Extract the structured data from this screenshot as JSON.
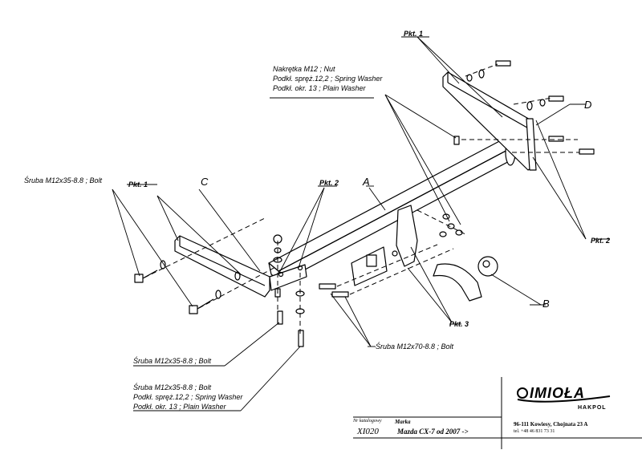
{
  "labels": {
    "pkt1_top": "Pkt. 1",
    "pkt1_left": "Pkt. 1",
    "pkt2_mid": "Pkt. 2",
    "pkt2_right": "Pkt. 2",
    "pkt3": "Pkt. 3",
    "letter_a": "A",
    "letter_b": "B",
    "letter_c": "C",
    "letter_d": "D",
    "nut_line1": "Nakrętka  M12 ; Nut",
    "nut_line2": "Podkł. spręż.12,2 ; Spring Washer",
    "nut_line3": "Podkł. okr. 13 ; Plain Washer",
    "bolt_left": "Śruba M12x35-8.8 ;  Bolt",
    "bolt_bottom_mid": "Śruba M12x35-8.8 ;  Bolt",
    "bolt_m70": "Śruba M12x70-8.8 ;  Bolt",
    "bottom_line1": "Śruba M12x35-8.8 ;  Bolt",
    "bottom_line2": "Podkł. spręż.12,2 ; Spring Washer",
    "bottom_line3": "Podkł. okr. 13 ; Plain Washer"
  },
  "footer": {
    "catalog_label": "Nr katalogowy",
    "marka_label": "Marka",
    "catalog_no": "XI020",
    "model": "Mazda CX-7   od   2007 ->",
    "address": "96-111 Kowiesy, Chojnata 23 A",
    "phone": "tel. +48 46 831 73 31"
  },
  "logo": {
    "brand": "IMIOŁA",
    "sub": "HAKPOL"
  },
  "colors": {
    "ink": "#000000",
    "background": "#ffffff"
  }
}
